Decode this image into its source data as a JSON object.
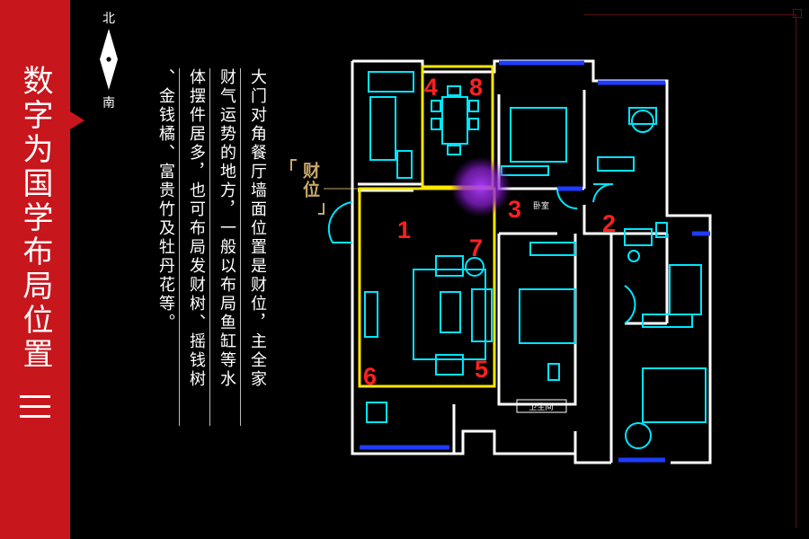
{
  "sidebar": {
    "title": "数字为国学布局位置",
    "numeral_lines": 3,
    "color": "#c8161d"
  },
  "compass": {
    "north": "北",
    "south": "南"
  },
  "text_columns": [
    "大门对角餐厅墙面位置是财位，主全家",
    "财气运势的地方，一般以布局鱼缸等水",
    "体摆件居多，也可布局发财树、摇钱树",
    "、金钱橘、富贵竹及牡丹花等。"
  ],
  "callout": {
    "label": "财位",
    "color": "#c8a86a"
  },
  "floorplan": {
    "highlight_color": "#a020f0",
    "line_colors": {
      "walls": "#ffffff",
      "furniture": "#00e5ff",
      "windows": "#1e3cff",
      "zone": "#ffe600"
    },
    "position_numbers": [
      "1",
      "2",
      "3",
      "4",
      "5",
      "6",
      "7",
      "8"
    ],
    "labels": {
      "room_tag_1": "卧室",
      "room_tag_2": "卫生间"
    }
  }
}
